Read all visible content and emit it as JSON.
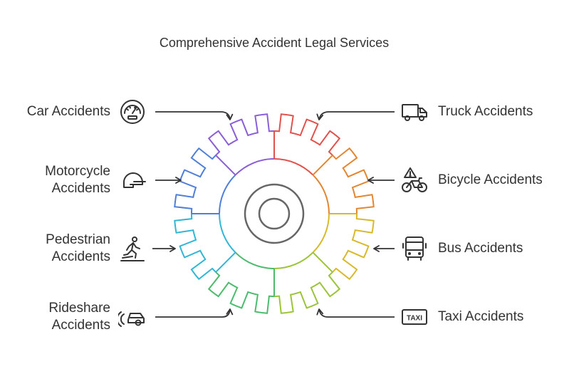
{
  "title": "Comprehensive Accident Legal Services",
  "left_items": [
    {
      "label_lines": [
        "Car Accidents"
      ],
      "icon": "speedometer-icon"
    },
    {
      "label_lines": [
        "Motorcycle",
        "Accidents"
      ],
      "icon": "helmet-icon"
    },
    {
      "label_lines": [
        "Pedestrian",
        "Accidents"
      ],
      "icon": "pedestrian-icon"
    },
    {
      "label_lines": [
        "Rideshare",
        "Accidents"
      ],
      "icon": "rideshare-car-icon"
    }
  ],
  "right_items": [
    {
      "label_lines": [
        "Truck Accidents"
      ],
      "icon": "truck-icon"
    },
    {
      "label_lines": [
        "Bicycle Accidents"
      ],
      "icon": "bicycle-warning-icon"
    },
    {
      "label_lines": [
        "Bus Accidents"
      ],
      "icon": "bus-icon"
    },
    {
      "label_lines": [
        "Taxi Accidents"
      ],
      "icon": "taxi-icon",
      "icon_text": "TAXI"
    }
  ],
  "colors": {
    "text": "#333333",
    "arrow": "#333333",
    "hub": "#666666",
    "segments": [
      "#e0524b",
      "#e3862f",
      "#d9b92c",
      "#9cc43a",
      "#4dbb6e",
      "#31b6d6",
      "#4f7fd8",
      "#8a5ed6"
    ]
  }
}
